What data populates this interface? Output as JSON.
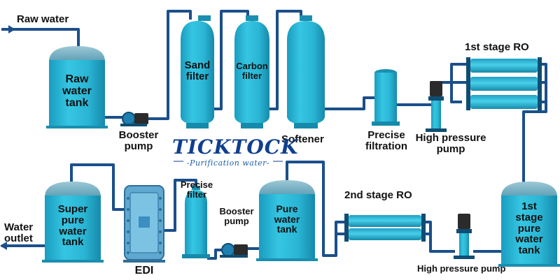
{
  "labels": {
    "raw_water": "Raw water",
    "raw_water_tank": "Raw\nwater\ntank",
    "booster_pump_1": "Booster\npump",
    "sand_filter": "Sand\nfilter",
    "carbon_filter": "Carbon\nfilter",
    "softener": "Softener",
    "precise_filtration": "Precise\nfiltration",
    "high_pressure_pump_1": "High pressure\npump",
    "first_stage_ro": "1st stage RO",
    "first_stage_pure_water_tank": "1st\nstage\npure\nwater\ntank",
    "high_pressure_pump_2": "High pressure pump",
    "second_stage_ro": "2nd stage RO",
    "pure_water_tank": "Pure\nwater\ntank",
    "booster_pump_2": "Booster\npump",
    "precise_filter": "Precise\nfilter",
    "edi": "EDI",
    "super_pure_water_tank": "Super\npure\nwater\ntank",
    "water_outlet": "Water\noutlet"
  },
  "brand": {
    "name": "TICKTOCK",
    "tagline": "-Purification water-"
  },
  "colors": {
    "vessel_fill": "#29b8d6",
    "vessel_dark": "#1a8fb0",
    "vessel_top": "#7fb7c9",
    "pipe": "#1b4f8a",
    "pump_body": "#1e7fb0",
    "motor": "#2b2b2b",
    "brand": "#0f3f8f"
  }
}
